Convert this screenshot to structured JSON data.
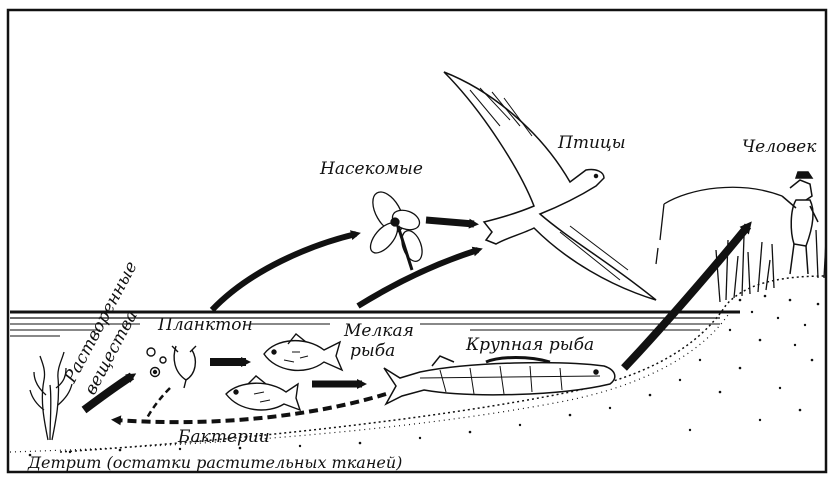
{
  "labels": {
    "dissolved_1": "Растворенные",
    "dissolved_2": "вещества",
    "plankton": "Планктон",
    "small_fish_1": "Мелкая",
    "small_fish_2": "рыба",
    "big_fish": "Крупная рыба",
    "insects": "Насекомые",
    "birds": "Птицы",
    "human": "Человек",
    "bacteria": "Бактерии",
    "detritus": "Детрит (остатки растительных тканей)"
  },
  "colors": {
    "ink": "#111111",
    "paper": "#ffffff"
  }
}
